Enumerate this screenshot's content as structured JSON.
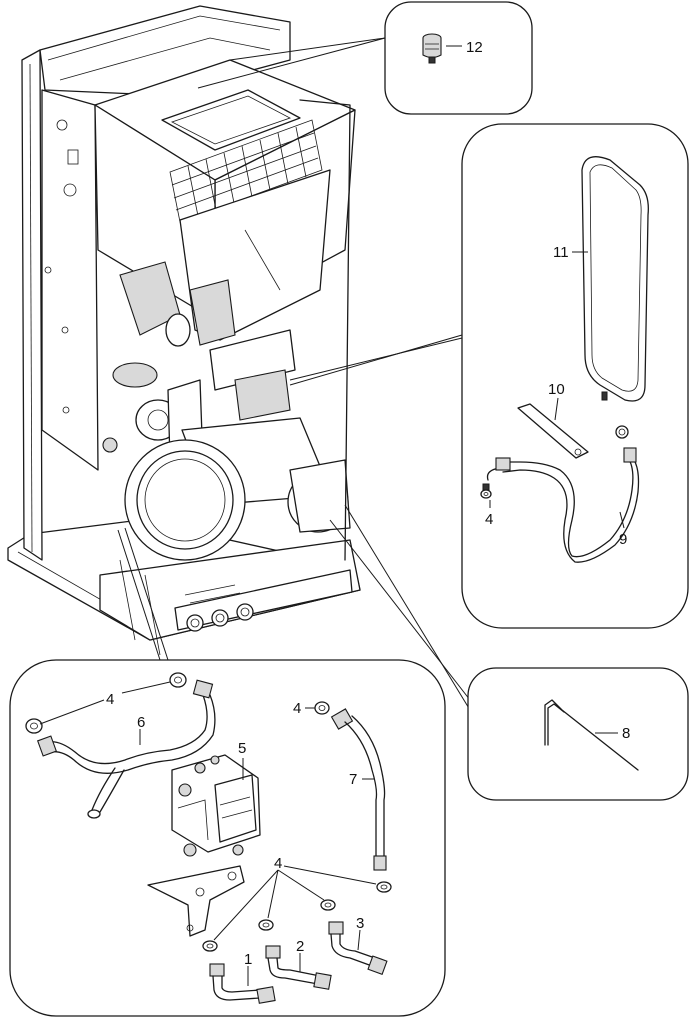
{
  "callouts": {
    "c1": "1",
    "c2": "2",
    "c3": "3",
    "c4a": "4",
    "c4b": "4",
    "c4c": "4",
    "c4d": "4",
    "c5": "5",
    "c6": "6",
    "c7": "7",
    "c8": "8",
    "c9": "9",
    "c10": "10",
    "c11": "11",
    "c12": "12"
  },
  "colors": {
    "line": "#1a1a1a",
    "background": "#ffffff",
    "part_fill": "#d9d9d9"
  }
}
